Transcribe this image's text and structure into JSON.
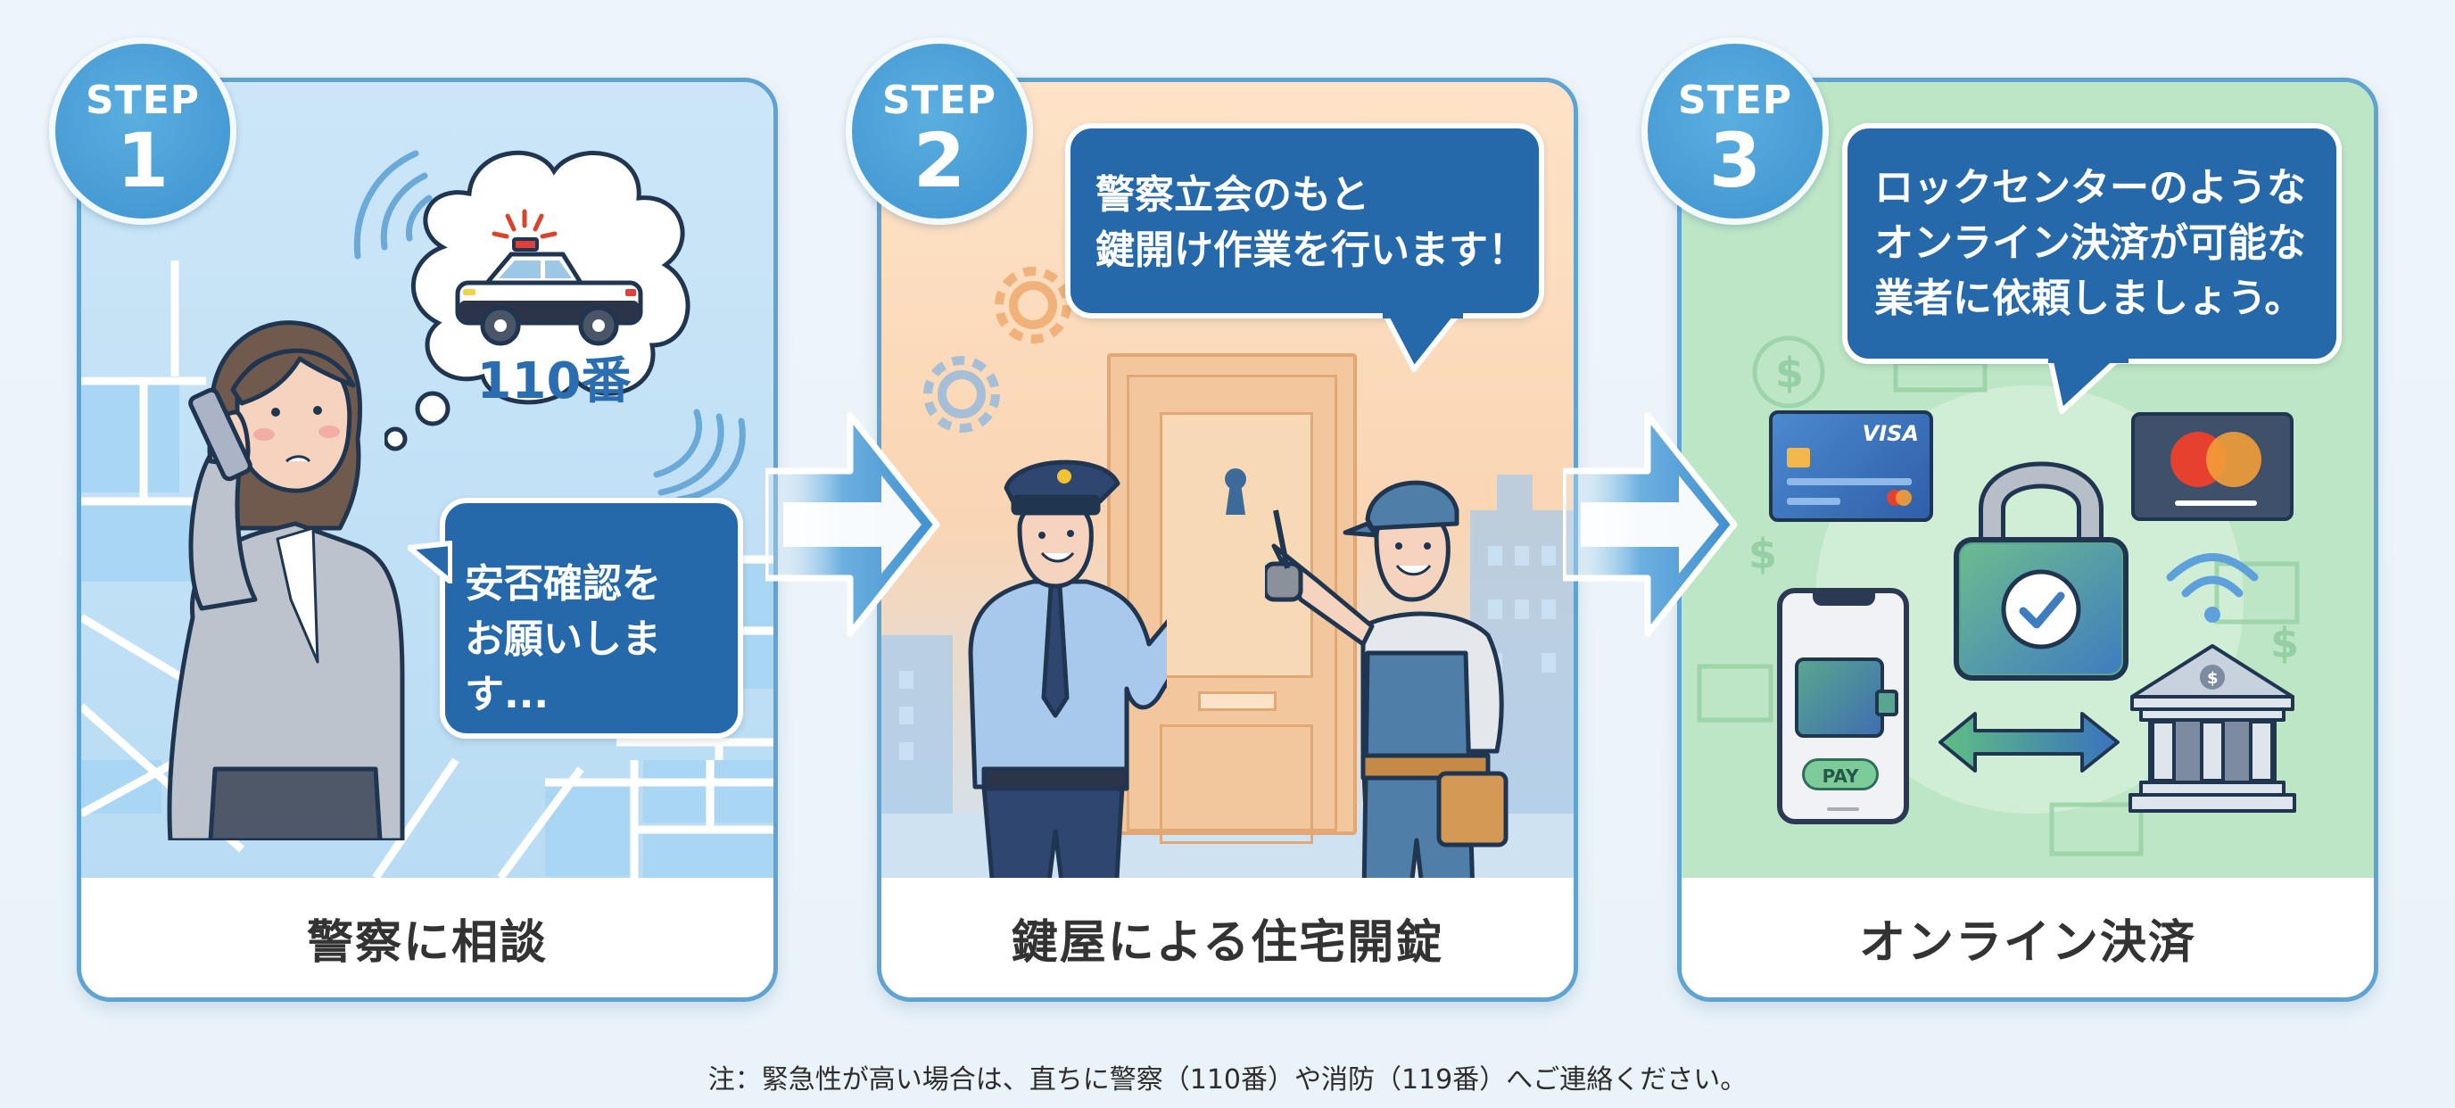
{
  "colors": {
    "background": "#eef5fa",
    "panel_border": "#5fa3d3",
    "step_badge": "#4a9fd8",
    "bubble": "#2569aa",
    "panel1_scene": "#c4e2f6",
    "panel2_scene": "#fbdcbf",
    "panel3_scene": "#bde6c6",
    "label_text": "#333333"
  },
  "steps": [
    {
      "badge_word": "STEP",
      "badge_number": "1",
      "label": "警察に相談",
      "bubble_lines": [
        "安否確認を",
        "お願いします..."
      ],
      "thought_cloud_text": "110番",
      "illustration": [
        "woman-on-phone",
        "police-car-icon",
        "city-map"
      ]
    },
    {
      "badge_word": "STEP",
      "badge_number": "2",
      "label": "鍵屋による住宅開錠",
      "bubble_lines": [
        "警察立会のもと",
        "鍵開け作業を行います！"
      ],
      "illustration": [
        "police-officer",
        "locksmith",
        "door-with-keyhole",
        "gears",
        "buildings"
      ]
    },
    {
      "badge_word": "STEP",
      "badge_number": "3",
      "label": "オンライン決済",
      "bubble_lines": [
        "ロックセンターのような",
        "オンライン決済が可能な",
        "業者に依頼しましょう。"
      ],
      "card_brand": "VISA",
      "pay_button": "PAY",
      "illustration": [
        "credit-card",
        "mastercard",
        "padlock-check",
        "smartphone-wallet",
        "bank",
        "double-arrow",
        "wifi",
        "dollar-signs"
      ]
    }
  ],
  "footnote": "注：緊急性が高い場合は、直ちに警察（110番）や消防（119番）へご連絡ください。"
}
